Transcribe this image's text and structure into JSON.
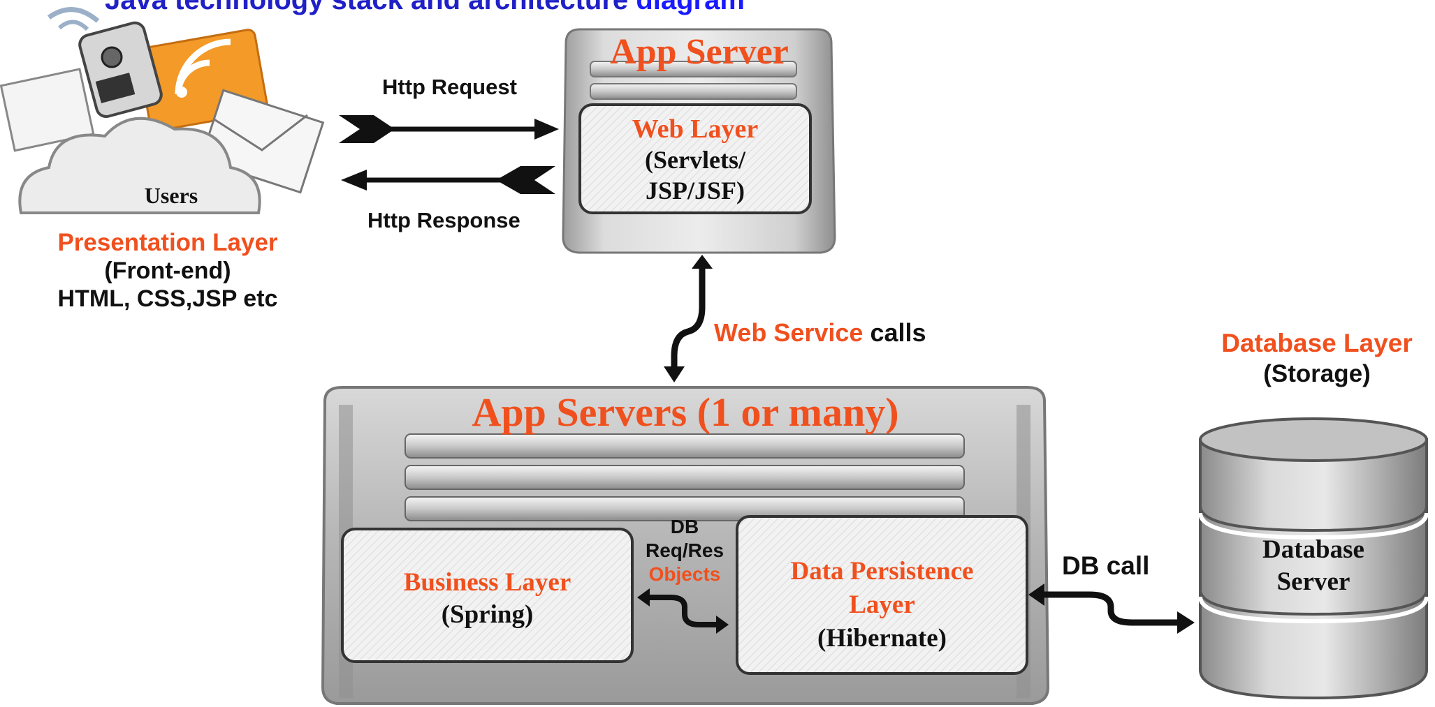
{
  "header": {
    "text_dark": "Java technology stack and architecture",
    "text_blue": "diagram"
  },
  "users": {
    "label": "Users"
  },
  "presentation": {
    "title": "Presentation Layer",
    "sub1": "(Front-end)",
    "sub2": "HTML, CSS,JSP etc"
  },
  "http": {
    "request": "Http Request",
    "response": "Http Response"
  },
  "app_server": {
    "title": "App Server",
    "web_layer_title": "Web Layer",
    "web_layer_line1": "(Servlets/",
    "web_layer_line2": "JSP/JSF)"
  },
  "web_service": {
    "highlight": "Web Service",
    "rest": " calls"
  },
  "app_servers": {
    "title": "App Servers (1 or many)",
    "business_title": "Business Layer",
    "business_sub": "(Spring)",
    "dp_title1": "Data Persistence",
    "dp_title2": "Layer",
    "dp_sub": "(Hibernate)",
    "db_req1": "DB",
    "db_req2": "Req/Res",
    "db_req3": "Objects"
  },
  "db_call": "DB call",
  "database": {
    "title": "Database Layer",
    "sub": "(Storage)",
    "server1": "Database",
    "server2": "Server"
  },
  "colors": {
    "accent": "#f0501e",
    "header_blue": "#1a1aff"
  }
}
